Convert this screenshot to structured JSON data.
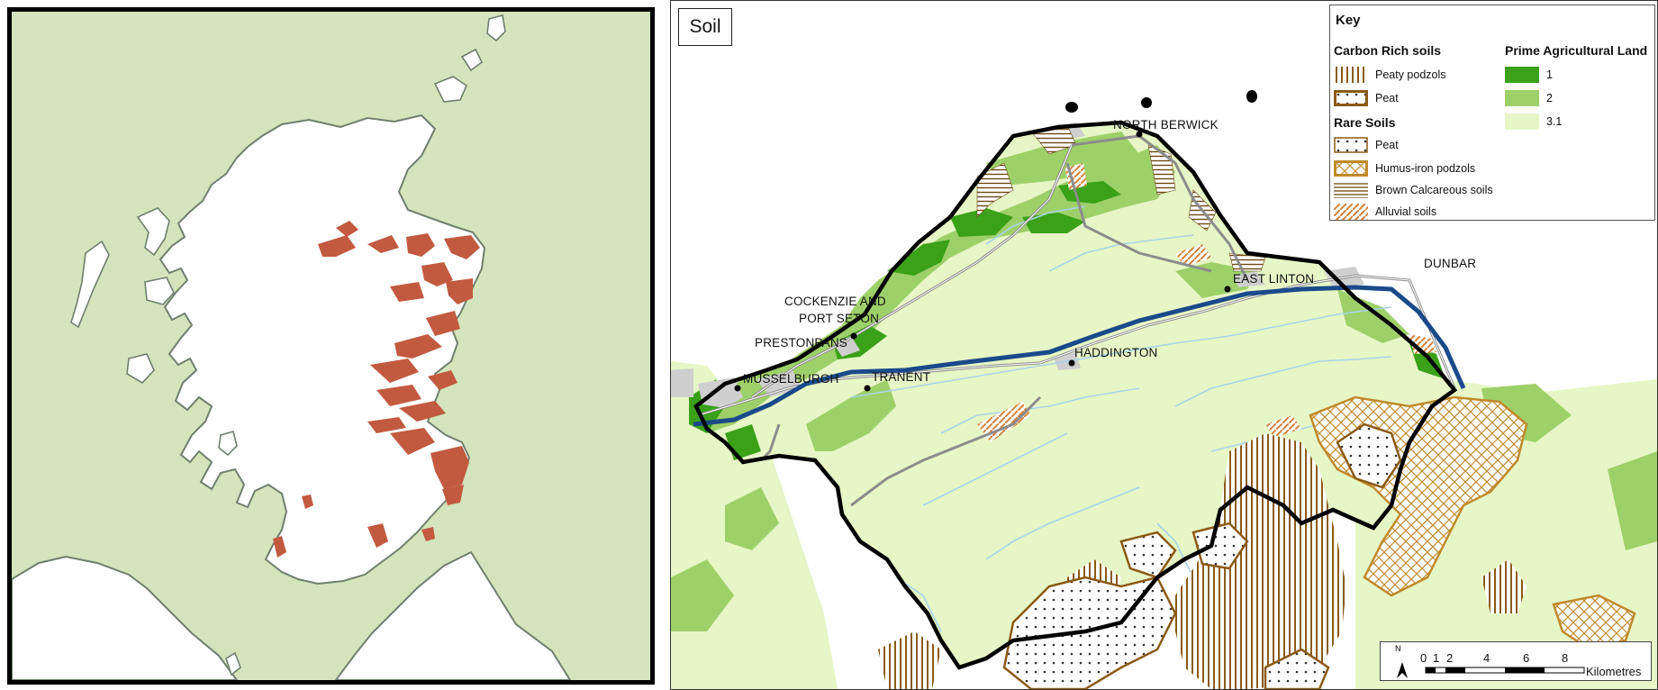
{
  "colors": {
    "sea_green": "#d4e4bc",
    "land_white": "#ffffff",
    "coast_line": "#6f7f6f",
    "carbon_red": "#c25a40",
    "prime_1": "#3aa118",
    "prime_2": "#9ed06a",
    "prime_3": "#e7f6c6",
    "peat_brown": "#8a5a14",
    "humus_brown": "#c08a2c",
    "alluvial": "#d2823c",
    "route_blue": "#1a4a8a",
    "road_gray": "#8c8c8c"
  },
  "right_map": {
    "title": "Soil",
    "legend": {
      "title": "Key",
      "carbon_rich": {
        "heading": "Carbon Rich soils",
        "items": [
          {
            "label": "Peaty podzols",
            "pattern": "vertical-stripes"
          },
          {
            "label": "Peat",
            "pattern": "dots-thick-border"
          }
        ]
      },
      "rare_soils": {
        "heading": "Rare Soils",
        "items": [
          {
            "label": "Peat",
            "pattern": "dots"
          },
          {
            "label": "Humus-iron podzols",
            "pattern": "crosshatch"
          },
          {
            "label": "Brown Calcareous soils",
            "pattern": "horizontal-stripes"
          },
          {
            "label": "Alluvial soils",
            "pattern": "diagonal-stripes"
          }
        ]
      },
      "prime": {
        "heading": "Prime Agricultural Land",
        "items": [
          {
            "label": "1",
            "color_key": "prime_1"
          },
          {
            "label": "2",
            "color_key": "prime_2"
          },
          {
            "label": "3.1",
            "color_key": "prime_3"
          }
        ]
      }
    },
    "towns": [
      {
        "id": "north-berwick",
        "label": "NORTH BERWICK"
      },
      {
        "id": "dunbar",
        "label": "DUNBAR"
      },
      {
        "id": "east-linton",
        "label": "EAST LINTON"
      },
      {
        "id": "cockenzie",
        "label": "COCKENZIE AND"
      },
      {
        "id": "port-seton",
        "label": "PORT SETON"
      },
      {
        "id": "prestonpans",
        "label": "PRESTONPANS"
      },
      {
        "id": "musselburgh",
        "label": "MUSSELBURGH"
      },
      {
        "id": "tranent",
        "label": "TRANENT"
      },
      {
        "id": "haddington",
        "label": "HADDINGTON"
      }
    ],
    "scale": {
      "north_label": "N",
      "ticks": [
        "0",
        "1",
        "2",
        "4",
        "6",
        "8"
      ],
      "unit": "Kilometres"
    }
  }
}
